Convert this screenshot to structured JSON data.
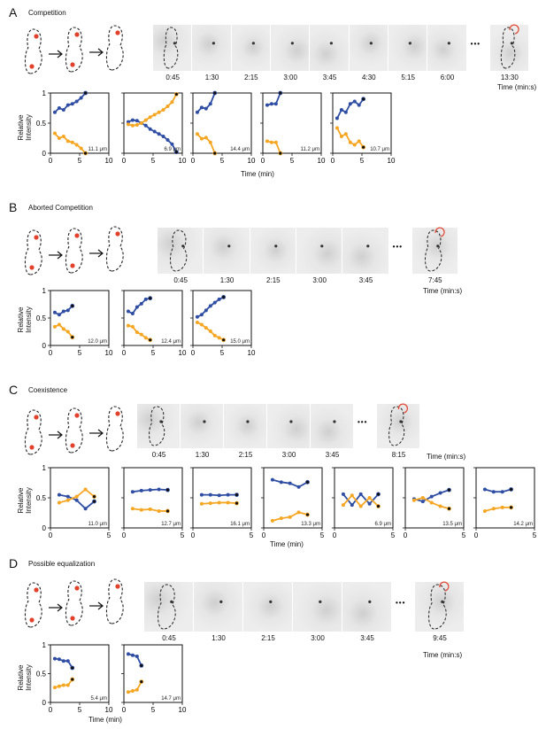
{
  "panels": [
    {
      "letter": "A",
      "title": "Competition",
      "frames": [
        "0:45",
        "1:30",
        "2:15",
        "3:00",
        "3:45",
        "4:30",
        "5:15",
        "6:00",
        "13:30"
      ],
      "time_label": "Time (min:s)",
      "ylabel": "Relative Intensity",
      "xlabel": "Time (min)",
      "show_xlabel": true
    },
    {
      "letter": "B",
      "title": "Aborted Competition",
      "frames": [
        "0:45",
        "1:30",
        "2:15",
        "3:00",
        "3:45",
        "7:45"
      ],
      "time_label": "Time (min:s)",
      "ylabel": "Relative Intensity",
      "xlabel": "",
      "show_xlabel": false
    },
    {
      "letter": "C",
      "title": "Coexistence",
      "frames": [
        "0:45",
        "1:30",
        "2:15",
        "3:00",
        "3:45",
        "8:15"
      ],
      "time_label": "Time (min:s)",
      "ylabel": "Relative Intensity",
      "xlabel": "Time (min)",
      "show_xlabel": true
    },
    {
      "letter": "D",
      "title": "Possible equalization",
      "frames": [
        "0:45",
        "1:30",
        "2:15",
        "3:00",
        "3:45",
        "9:45"
      ],
      "time_label": "Time (min:s)",
      "ylabel": "Relative Intensity",
      "xlabel": "Time (min)",
      "show_xlabel": true
    }
  ],
  "ellipsis": "•••",
  "colors": {
    "blue": "#2f4ea3",
    "orange": "#f5a623",
    "cell_red": "#e2412b"
  },
  "chart_data": [
    {
      "type": "line",
      "panel": "A",
      "scale": "11.1 μm",
      "xlim": [
        0,
        10
      ],
      "ylim": [
        0,
        1
      ],
      "xticks": [
        0,
        5,
        10
      ],
      "yticks": [
        0,
        0.5,
        1
      ],
      "series": [
        {
          "color": "blue",
          "x": [
            0.75,
            1.5,
            2.25,
            3,
            3.75,
            4.5,
            5.25,
            6
          ],
          "y": [
            0.68,
            0.75,
            0.72,
            0.8,
            0.82,
            0.86,
            0.92,
            1.0
          ]
        },
        {
          "color": "orange",
          "x": [
            0.75,
            1.5,
            2.25,
            3,
            3.75,
            4.5,
            5.25,
            6
          ],
          "y": [
            0.33,
            0.25,
            0.28,
            0.2,
            0.18,
            0.14,
            0.08,
            0.0
          ]
        }
      ]
    },
    {
      "type": "line",
      "panel": "A",
      "scale": "6.9 μm",
      "xlim": [
        0,
        10
      ],
      "ylim": [
        0,
        1
      ],
      "xticks": [
        0,
        5,
        10
      ],
      "yticks": [
        0,
        0.5,
        1
      ],
      "series": [
        {
          "color": "blue",
          "x": [
            0.75,
            1.5,
            2.25,
            3,
            3.75,
            4.5,
            5.25,
            6,
            6.75,
            7.5,
            8.25,
            9
          ],
          "y": [
            0.52,
            0.55,
            0.54,
            0.5,
            0.46,
            0.4,
            0.36,
            0.32,
            0.28,
            0.22,
            0.15,
            0.02
          ]
        },
        {
          "color": "orange",
          "x": [
            0.75,
            1.5,
            2.25,
            3,
            3.75,
            4.5,
            5.25,
            6,
            6.75,
            7.5,
            8.25,
            9
          ],
          "y": [
            0.48,
            0.46,
            0.47,
            0.5,
            0.55,
            0.6,
            0.64,
            0.68,
            0.72,
            0.78,
            0.85,
            0.98
          ]
        }
      ]
    },
    {
      "type": "line",
      "panel": "A",
      "scale": "14.4 μm",
      "xlim": [
        0,
        10
      ],
      "ylim": [
        0,
        1
      ],
      "xticks": [
        0,
        5,
        10
      ],
      "yticks": [
        0,
        0.5,
        1
      ],
      "series": [
        {
          "color": "blue",
          "x": [
            0.75,
            1.5,
            2.25,
            3,
            3.75
          ],
          "y": [
            0.68,
            0.76,
            0.74,
            0.82,
            1.0
          ]
        },
        {
          "color": "orange",
          "x": [
            0.75,
            1.5,
            2.25,
            3,
            3.75
          ],
          "y": [
            0.32,
            0.24,
            0.26,
            0.18,
            0.0
          ]
        }
      ]
    },
    {
      "type": "line",
      "panel": "A",
      "scale": "11.2 μm",
      "xlim": [
        0,
        10
      ],
      "ylim": [
        0,
        1
      ],
      "xticks": [
        0,
        5,
        10
      ],
      "yticks": [
        0,
        0.5,
        1
      ],
      "series": [
        {
          "color": "blue",
          "x": [
            0.75,
            1.5,
            2.25,
            3
          ],
          "y": [
            0.8,
            0.82,
            0.82,
            1.0
          ]
        },
        {
          "color": "orange",
          "x": [
            0.75,
            1.5,
            2.25,
            3
          ],
          "y": [
            0.2,
            0.18,
            0.18,
            0.0
          ]
        }
      ]
    },
    {
      "type": "line",
      "panel": "A",
      "scale": "10.7 μm",
      "xlim": [
        0,
        10
      ],
      "ylim": [
        0,
        1
      ],
      "xticks": [
        0,
        5,
        10
      ],
      "yticks": [
        0,
        0.5,
        1
      ],
      "series": [
        {
          "color": "blue",
          "x": [
            0.75,
            1.5,
            2.25,
            3,
            3.75,
            4.5,
            5.25
          ],
          "y": [
            0.58,
            0.72,
            0.68,
            0.82,
            0.86,
            0.8,
            0.9
          ]
        },
        {
          "color": "orange",
          "x": [
            0.75,
            1.5,
            2.25,
            3,
            3.75,
            4.5,
            5.25
          ],
          "y": [
            0.42,
            0.28,
            0.32,
            0.18,
            0.14,
            0.2,
            0.1
          ]
        }
      ]
    },
    {
      "type": "line",
      "panel": "B",
      "scale": "12.0 μm",
      "xlim": [
        0,
        10
      ],
      "ylim": [
        0,
        1
      ],
      "xticks": [
        0,
        5,
        10
      ],
      "yticks": [
        0,
        0.5,
        1
      ],
      "series": [
        {
          "color": "blue",
          "x": [
            0.75,
            1.5,
            2.25,
            3,
            3.75
          ],
          "y": [
            0.6,
            0.56,
            0.62,
            0.64,
            0.72
          ]
        },
        {
          "color": "orange",
          "x": [
            0.75,
            1.5,
            2.25,
            3,
            3.75
          ],
          "y": [
            0.34,
            0.38,
            0.3,
            0.25,
            0.15
          ]
        }
      ]
    },
    {
      "type": "line",
      "panel": "B",
      "scale": "12.4 μm",
      "xlim": [
        0,
        10
      ],
      "ylim": [
        0,
        1
      ],
      "xticks": [
        0,
        5,
        10
      ],
      "yticks": [
        0,
        0.5,
        1
      ],
      "series": [
        {
          "color": "blue",
          "x": [
            0.75,
            1.5,
            2.25,
            3,
            3.75,
            4.5
          ],
          "y": [
            0.62,
            0.58,
            0.7,
            0.76,
            0.84,
            0.86
          ]
        },
        {
          "color": "orange",
          "x": [
            0.75,
            1.5,
            2.25,
            3,
            3.75,
            4.5
          ],
          "y": [
            0.36,
            0.34,
            0.24,
            0.2,
            0.14,
            0.1
          ]
        }
      ]
    },
    {
      "type": "line",
      "panel": "B",
      "scale": "15.0 μm",
      "xlim": [
        0,
        10
      ],
      "ylim": [
        0,
        1
      ],
      "xticks": [
        0,
        5,
        10
      ],
      "yticks": [
        0,
        0.5,
        1
      ],
      "series": [
        {
          "color": "blue",
          "x": [
            0.75,
            1.5,
            2.25,
            3,
            3.75,
            4.5,
            5.25
          ],
          "y": [
            0.52,
            0.56,
            0.64,
            0.72,
            0.78,
            0.84,
            0.88
          ]
        },
        {
          "color": "orange",
          "x": [
            0.75,
            1.5,
            2.25,
            3,
            3.75,
            4.5,
            5.25
          ],
          "y": [
            0.42,
            0.38,
            0.32,
            0.26,
            0.18,
            0.14,
            0.1
          ]
        }
      ]
    },
    {
      "type": "line",
      "panel": "C",
      "scale": "11.0 μm",
      "xlim": [
        0,
        5
      ],
      "ylim": [
        0,
        1
      ],
      "xticks": [
        0,
        5
      ],
      "yticks": [
        0,
        0.5,
        1
      ],
      "series": [
        {
          "color": "blue",
          "x": [
            0.75,
            1.5,
            2.25,
            3,
            3.75
          ],
          "y": [
            0.55,
            0.52,
            0.46,
            0.32,
            0.44
          ]
        },
        {
          "color": "orange",
          "x": [
            0.75,
            1.5,
            2.25,
            3,
            3.75
          ],
          "y": [
            0.42,
            0.46,
            0.52,
            0.64,
            0.52
          ]
        }
      ]
    },
    {
      "type": "line",
      "panel": "C",
      "scale": "12.7 μm",
      "xlim": [
        0,
        5
      ],
      "ylim": [
        0,
        1
      ],
      "xticks": [
        0,
        5
      ],
      "yticks": [
        0,
        0.5,
        1
      ],
      "series": [
        {
          "color": "blue",
          "x": [
            0.75,
            1.5,
            2.25,
            3,
            3.75
          ],
          "y": [
            0.6,
            0.62,
            0.63,
            0.64,
            0.63
          ]
        },
        {
          "color": "orange",
          "x": [
            0.75,
            1.5,
            2.25,
            3,
            3.75
          ],
          "y": [
            0.32,
            0.3,
            0.31,
            0.28,
            0.28
          ]
        }
      ]
    },
    {
      "type": "line",
      "panel": "C",
      "scale": "16.1 μm",
      "xlim": [
        0,
        5
      ],
      "ylim": [
        0,
        1
      ],
      "xticks": [
        0,
        5
      ],
      "yticks": [
        0,
        0.5,
        1
      ],
      "series": [
        {
          "color": "blue",
          "x": [
            0.75,
            1.5,
            2.25,
            3,
            3.75
          ],
          "y": [
            0.55,
            0.55,
            0.54,
            0.55,
            0.55
          ]
        },
        {
          "color": "orange",
          "x": [
            0.75,
            1.5,
            2.25,
            3,
            3.75
          ],
          "y": [
            0.4,
            0.41,
            0.42,
            0.42,
            0.41
          ]
        }
      ]
    },
    {
      "type": "line",
      "panel": "C",
      "scale": "13.3 μm",
      "xlim": [
        0,
        5
      ],
      "ylim": [
        0,
        1
      ],
      "xticks": [
        0,
        5
      ],
      "yticks": [
        0,
        0.5,
        1
      ],
      "series": [
        {
          "color": "blue",
          "x": [
            0.75,
            1.5,
            2.25,
            3,
            3.75
          ],
          "y": [
            0.8,
            0.76,
            0.74,
            0.68,
            0.76
          ]
        },
        {
          "color": "orange",
          "x": [
            0.75,
            1.5,
            2.25,
            3,
            3.75
          ],
          "y": [
            0.12,
            0.16,
            0.18,
            0.26,
            0.22
          ]
        }
      ]
    },
    {
      "type": "line",
      "panel": "C",
      "scale": "6.9 μm",
      "xlim": [
        0,
        5
      ],
      "ylim": [
        0,
        1
      ],
      "xticks": [
        0,
        5
      ],
      "yticks": [
        0,
        0.5,
        1
      ],
      "series": [
        {
          "color": "blue",
          "x": [
            0.75,
            1.5,
            2.25,
            3,
            3.75
          ],
          "y": [
            0.56,
            0.38,
            0.56,
            0.4,
            0.56
          ]
        },
        {
          "color": "orange",
          "x": [
            0.75,
            1.5,
            2.25,
            3,
            3.75
          ],
          "y": [
            0.38,
            0.54,
            0.36,
            0.5,
            0.36
          ]
        }
      ]
    },
    {
      "type": "line",
      "panel": "C",
      "scale": "13.5 μm",
      "xlim": [
        0,
        5
      ],
      "ylim": [
        0,
        1
      ],
      "xticks": [
        0,
        5
      ],
      "yticks": [
        0,
        0.5,
        1
      ],
      "series": [
        {
          "color": "blue",
          "x": [
            0.75,
            1.5,
            2.25,
            3,
            3.75
          ],
          "y": [
            0.48,
            0.44,
            0.52,
            0.58,
            0.63
          ]
        },
        {
          "color": "orange",
          "x": [
            0.75,
            1.5,
            2.25,
            3,
            3.75
          ],
          "y": [
            0.46,
            0.5,
            0.42,
            0.36,
            0.32
          ]
        }
      ]
    },
    {
      "type": "line",
      "panel": "C",
      "scale": "14.2 μm",
      "xlim": [
        0,
        5
      ],
      "ylim": [
        0,
        1
      ],
      "xticks": [
        0,
        5
      ],
      "yticks": [
        0,
        0.5,
        1
      ],
      "series": [
        {
          "color": "blue",
          "x": [
            0.75,
            1.5,
            2.25,
            3
          ],
          "y": [
            0.64,
            0.6,
            0.6,
            0.64
          ]
        },
        {
          "color": "orange",
          "x": [
            0.75,
            1.5,
            2.25,
            3
          ],
          "y": [
            0.28,
            0.32,
            0.34,
            0.34
          ]
        }
      ]
    },
    {
      "type": "line",
      "panel": "D",
      "scale": "5.4 μm",
      "xlim": [
        0,
        10
      ],
      "ylim": [
        0,
        1
      ],
      "xticks": [
        0,
        5,
        10
      ],
      "yticks": [
        0,
        0.5,
        1
      ],
      "series": [
        {
          "color": "blue",
          "x": [
            0.75,
            1.5,
            2.25,
            3,
            3.75
          ],
          "y": [
            0.76,
            0.75,
            0.72,
            0.72,
            0.6
          ]
        },
        {
          "color": "orange",
          "x": [
            0.75,
            1.5,
            2.25,
            3,
            3.75
          ],
          "y": [
            0.26,
            0.28,
            0.3,
            0.3,
            0.4
          ]
        }
      ]
    },
    {
      "type": "line",
      "panel": "D",
      "scale": "14.7 μm",
      "xlim": [
        0,
        10
      ],
      "ylim": [
        0,
        1
      ],
      "xticks": [
        0,
        5,
        10
      ],
      "yticks": [
        0,
        0.5,
        1
      ],
      "series": [
        {
          "color": "blue",
          "x": [
            0.75,
            1.5,
            2.25,
            3
          ],
          "y": [
            0.84,
            0.82,
            0.8,
            0.64
          ]
        },
        {
          "color": "orange",
          "x": [
            0.75,
            1.5,
            2.25,
            3
          ],
          "y": [
            0.18,
            0.2,
            0.22,
            0.36
          ]
        }
      ]
    }
  ]
}
